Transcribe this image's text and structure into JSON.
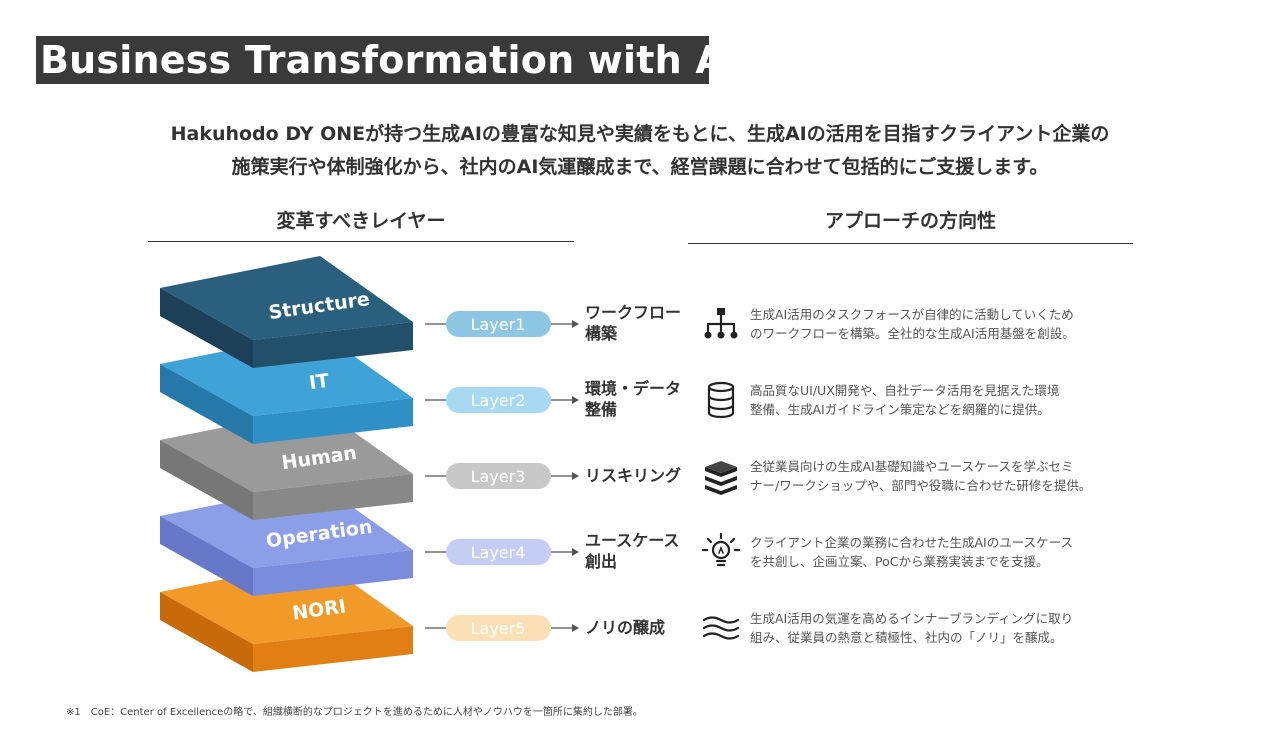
{
  "title": "Business Transformation with AI",
  "intro": {
    "line1": "Hakuhodo DY ONEが持つ生成AIの豊富な知見や実績をもとに、生成AIの活用を目指すクライアント企業の",
    "line2": "施策実行や体制強化から、社内のAI気運醸成まで、経営課題に合わせて包括的にご支援します。"
  },
  "columns": {
    "left": "変革すべきレイヤー",
    "right": "アプローチの方向性"
  },
  "layers": [
    {
      "name": "Structure",
      "pill": "Layer1",
      "title1": "ワークフロー",
      "title2": "構築",
      "desc1": "生成AI活用のタスクフォースが自律的に活動していくため",
      "desc2": "のワークフローを構築。全社的な生成AI活用基盤を創設。",
      "icon": "workflow-icon",
      "colors": {
        "top": "#2a5f7e",
        "front": "#224f69",
        "side": "#1b4057",
        "pill": "#8ec7e3"
      }
    },
    {
      "name": "IT",
      "pill": "Layer2",
      "title1": "環境・データ",
      "title2": "整備",
      "desc1": "高品質なUI/UX開発や、自社データ活用を見据えた環境",
      "desc2": "整備、生成AIガイドライン策定などを網羅的に提供。",
      "icon": "database-icon",
      "colors": {
        "top": "#3fa3d8",
        "front": "#2f90c6",
        "side": "#2678a8",
        "pill": "#a8d9f2"
      }
    },
    {
      "name": "Human",
      "pill": "Layer3",
      "title1": "リスキリング",
      "title2": "",
      "desc1": "全従業員向けの生成AI基礎知識やユースケースを学ぶセミ",
      "desc2": "ナー/ワークショップや、部門や役職に合わせた研修を提供。",
      "icon": "books-icon",
      "colors": {
        "top": "#9a9a9a",
        "front": "#888888",
        "side": "#777777",
        "pill": "#c8c8c8"
      }
    },
    {
      "name": "Operation",
      "pill": "Layer4",
      "title1": "ユースケース",
      "title2": "創出",
      "desc1": "クライアント企業の業務に合わせた生成AIのユースケース",
      "desc2": "を共創し、企画立案、PoCから業務実装までを支援。",
      "icon": "lightbulb-icon",
      "colors": {
        "top": "#8c9ee8",
        "front": "#7a8cdc",
        "side": "#6778c8",
        "pill": "#c4cdf3"
      }
    },
    {
      "name": "NORI",
      "pill": "Layer5",
      "title1": "ノリの醸成",
      "title2": "",
      "desc1": "生成AI活用の気運を高めるインナーブランディングに取り",
      "desc2": "組み、従業員の熱意と積極性、社内の「ノリ」を醸成。",
      "icon": "waves-icon",
      "colors": {
        "top": "#f19a2a",
        "front": "#e27f14",
        "side": "#c86a0a",
        "pill": "#fbe0b6"
      }
    }
  ],
  "footnote": "※1　CoE：Center of Excellenceの略で、組織横断的なプロジェクトを進めるために人材やノウハウを一箇所に集約した部署。"
}
